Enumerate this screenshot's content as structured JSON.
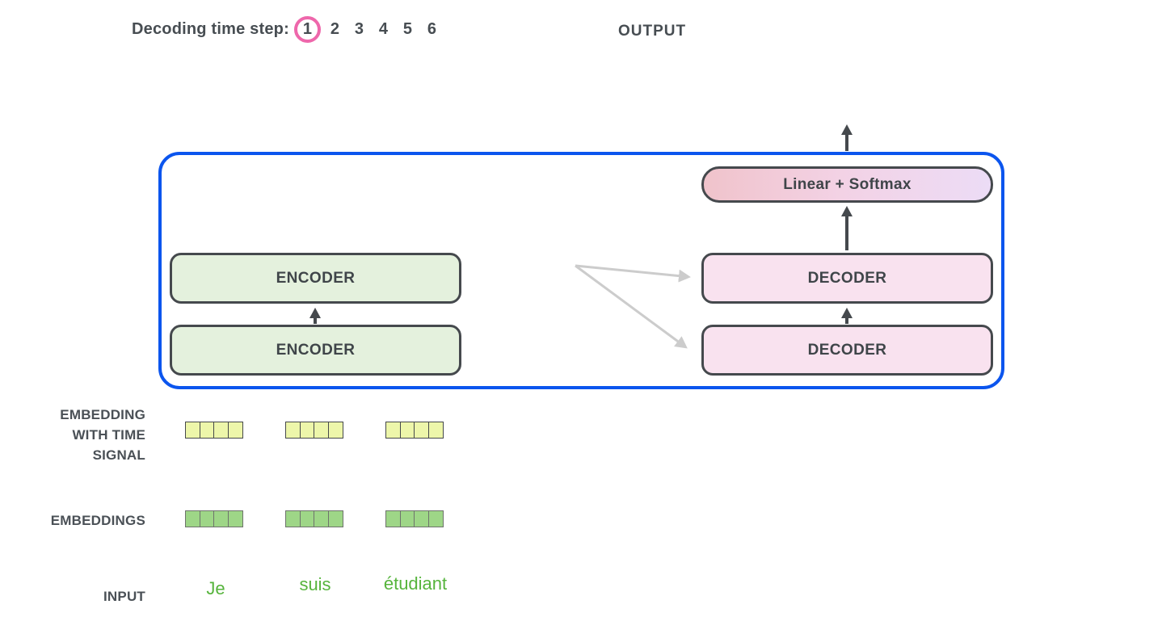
{
  "header": {
    "decoding_label": "Decoding time step:",
    "steps": [
      "1",
      "2",
      "3",
      "4",
      "5",
      "6"
    ],
    "active_step": "1",
    "output_label": "OUTPUT"
  },
  "diagram": {
    "encoder_top_label": "ENCODER",
    "encoder_bottom_label": "ENCODER",
    "decoder_top_label": "DECODER",
    "decoder_bottom_label": "DECODER",
    "linear_softmax_label": "Linear + Softmax"
  },
  "side_labels": {
    "embedding_time_signal": "EMBEDDING\nWITH TIME\nSIGNAL",
    "embeddings": "EMBEDDINGS",
    "input": "INPUT"
  },
  "input_tokens": [
    "Je",
    "suis",
    "étudiant"
  ],
  "embedding_cells_per_token": 4,
  "colors": {
    "container_border": "#0b55ee",
    "active_step_ring": "#ee67ab",
    "encoder_fill": "#e4f1dd",
    "decoder_fill": "#f9e2ef",
    "linear_softmax_gradient_start": "#f0c3cb",
    "linear_softmax_gradient_end": "#ecdcf6",
    "block_border": "#45494d",
    "time_signal_cell": "#edf6aa",
    "embedding_cell": "#9ed687",
    "token_text": "#56b43c",
    "label_text": "#474d52",
    "cross_attention_arrow": "#cccccc"
  }
}
